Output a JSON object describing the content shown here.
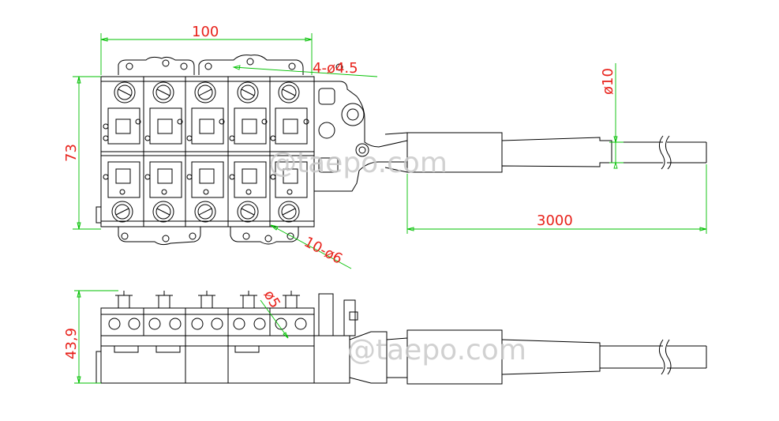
{
  "drawing": {
    "dimensions": {
      "width": "100",
      "height": "73",
      "holes_small": "4-ø4.5",
      "holes_large": "10-ø6",
      "cable_diameter": "ø10",
      "cable_length": "3000",
      "side_height": "43,9",
      "side_hole": "ø5"
    },
    "watermark_top": "@taepo.com",
    "watermark_bottom": "@taepo.com",
    "colors": {
      "dimension_text": "#e8221b",
      "dimension_line": "#00c000",
      "outline": "#000000",
      "watermark": "#c9c9c9"
    }
  }
}
